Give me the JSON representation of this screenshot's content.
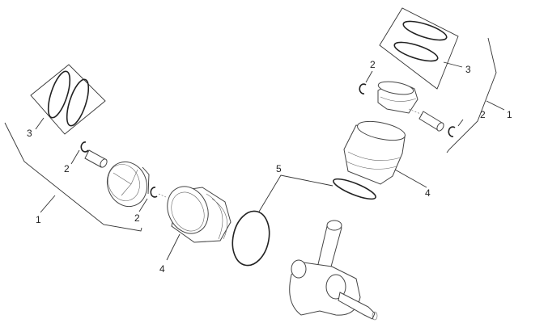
{
  "diagram": {
    "callouts": [
      {
        "id": "left-kit",
        "text": "1"
      },
      {
        "id": "left-clip-upper",
        "text": "2"
      },
      {
        "id": "left-clip-lower",
        "text": "2"
      },
      {
        "id": "left-rings",
        "text": "3"
      },
      {
        "id": "left-cylinder",
        "text": "4"
      },
      {
        "id": "gasket",
        "text": "5"
      },
      {
        "id": "right-clip-upper",
        "text": "2"
      },
      {
        "id": "right-clip-lower",
        "text": "2"
      },
      {
        "id": "right-rings",
        "text": "3"
      },
      {
        "id": "right-kit",
        "text": "1"
      },
      {
        "id": "right-cylinder",
        "text": "4"
      }
    ],
    "line_color": "#333333"
  }
}
